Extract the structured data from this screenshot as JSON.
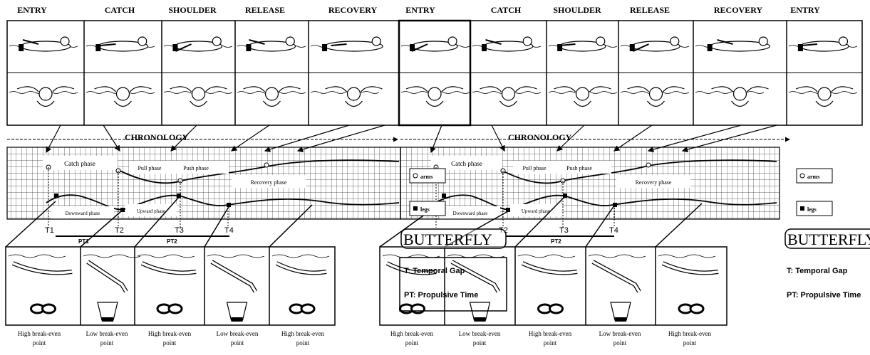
{
  "phases": [
    "ENTRY",
    "CATCH",
    "SHOULDER",
    "RELEASE",
    "RECOVERY",
    "ENTRY",
    "CATCH",
    "SHOULDER",
    "RELEASE",
    "RECOVERY",
    "ENTRY"
  ],
  "chronology_label": "CHRONOLOGY",
  "graph": {
    "catch_phase": "Catch phase",
    "pull_phase": "Pull phase",
    "push_phase": "Push phase",
    "recovery_phase": "Recovery phase",
    "downward_phase": "Downward phase",
    "upward_phase": "Upward phase",
    "t_labels": [
      "T1",
      "T2",
      "T3",
      "T4"
    ],
    "pt_labels": [
      "PT1",
      "PT2"
    ]
  },
  "legend": {
    "arms": "arms",
    "legs": "legs",
    "title": "BUTTERFLY",
    "temporal_gap": "T: Temporal Gap",
    "propulsive_time": "PT: Propulsive Time"
  },
  "kick_labels": [
    [
      "High break-even",
      "point"
    ],
    [
      "Low break-even",
      "point"
    ],
    [
      "High break-even",
      "point"
    ],
    [
      "Low break-even",
      "point"
    ],
    [
      "High break-even",
      "point"
    ]
  ],
  "colors": {
    "ink": "#000000",
    "paper": "#ffffff",
    "grid": "#333333"
  }
}
